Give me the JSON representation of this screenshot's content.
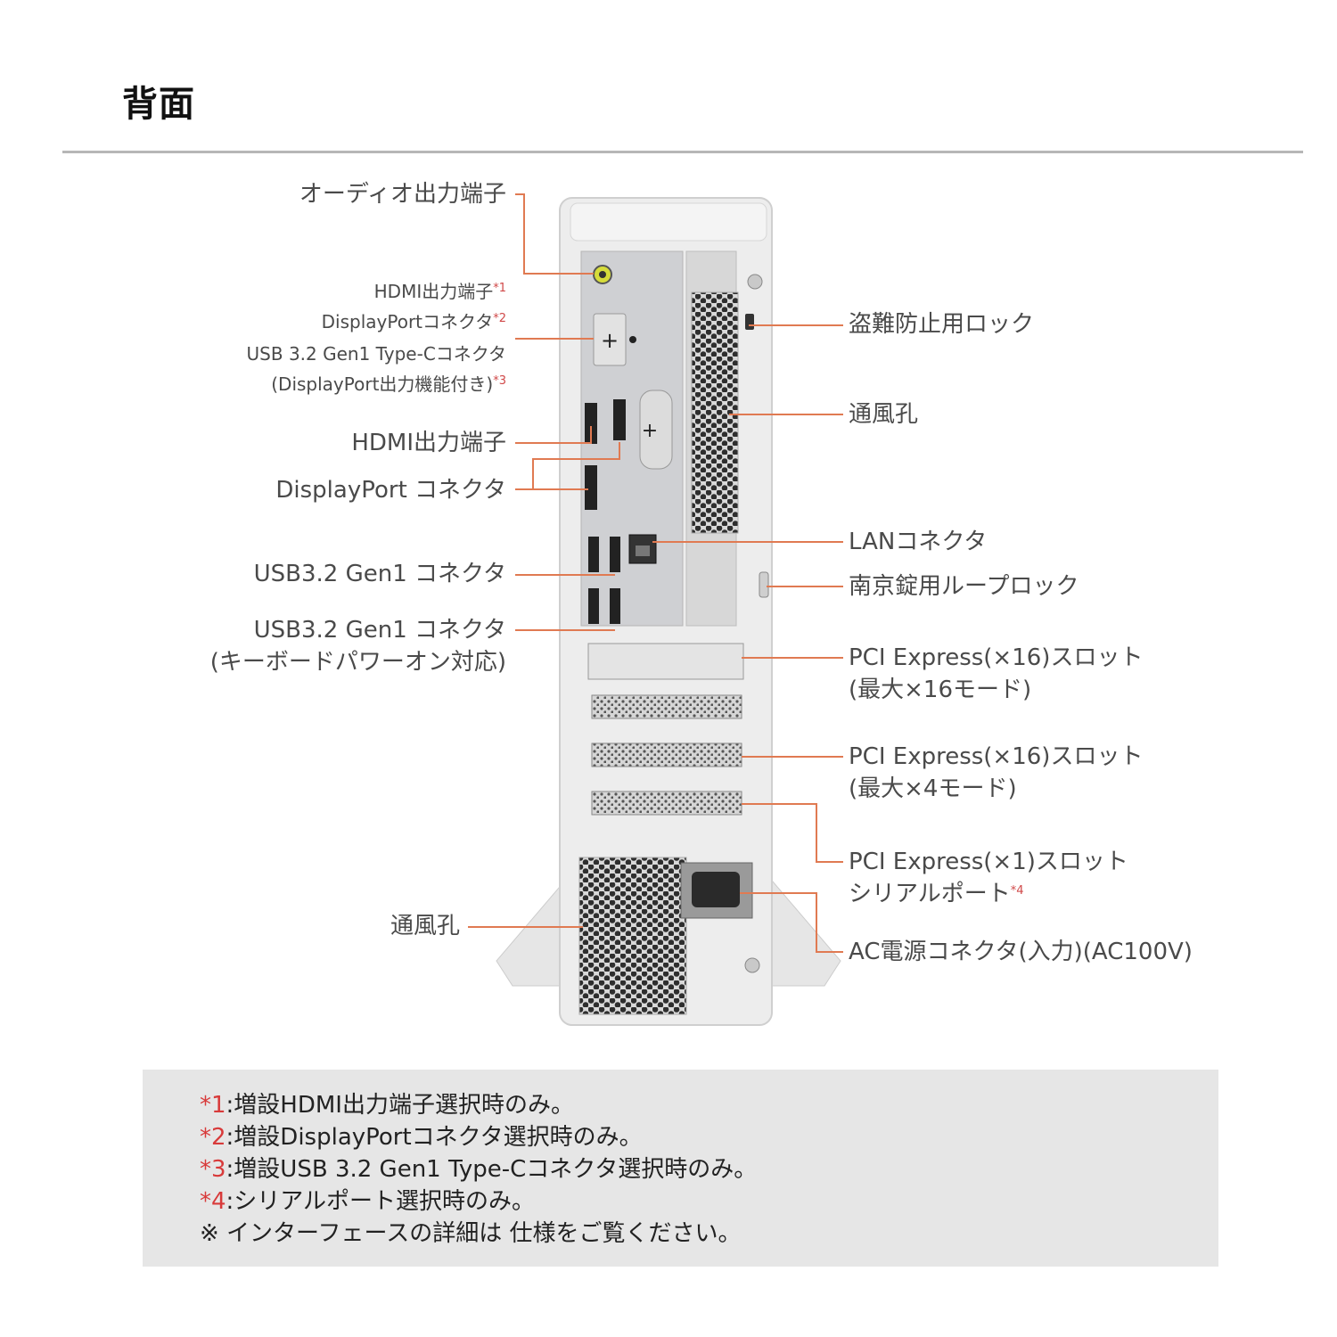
{
  "page_title": "背面",
  "colors": {
    "accent": "#e07a52",
    "footnote_mark": "#d83a3a",
    "panel": "#e6e6e6"
  },
  "labels": {
    "audio_out": "オーディオ出力端子",
    "hdmi_opt": "HDMI出力端子",
    "hdmi_opt_mark": "*1",
    "dp_opt": "DisplayPortコネクタ",
    "dp_opt_mark": "*2",
    "usbc_opt_line1": "USB 3.2 Gen1 Type-Cコネクタ",
    "usbc_opt_line2": "(DisplayPort出力機能付き)",
    "usbc_opt_mark": "*3",
    "hdmi": "HDMI出力端子",
    "displayport": "DisplayPort コネクタ",
    "usb_a": "USB3.2 Gen1 コネクタ",
    "usb_b_line1": "USB3.2 Gen1 コネクタ",
    "usb_b_line2": "(キーボードパワーオン対応)",
    "vent_left": "通風孔",
    "security_lock": "盗難防止用ロック",
    "vent_right": "通風孔",
    "lan": "LANコネクタ",
    "padlock_loop": "南京錠用ループロック",
    "pcie1_line1": "PCI Express(×16)スロット",
    "pcie1_line2": "(最大×16モード)",
    "pcie2_line1": "PCI Express(×16)スロット",
    "pcie2_line2": "(最大×4モード)",
    "pcie3_line1": "PCI Express(×1)スロット",
    "pcie3_line2": "シリアルポート",
    "pcie3_mark": "*4",
    "ac_power": "AC電源コネクタ(入力)(AC100V)"
  },
  "notes": [
    {
      "mark": "*1",
      "text": ":増設HDMI出力端子選択時のみ。"
    },
    {
      "mark": "*2",
      "text": ":増設DisplayPortコネクタ選択時のみ。"
    },
    {
      "mark": "*3",
      "text": ":増設USB 3.2 Gen1 Type-Cコネクタ選択時のみ。"
    },
    {
      "mark": "*4",
      "text": ":シリアルポート選択時のみ。"
    },
    {
      "mark": "",
      "text": "※ インターフェースの詳細は 仕様をご覧ください。"
    }
  ]
}
